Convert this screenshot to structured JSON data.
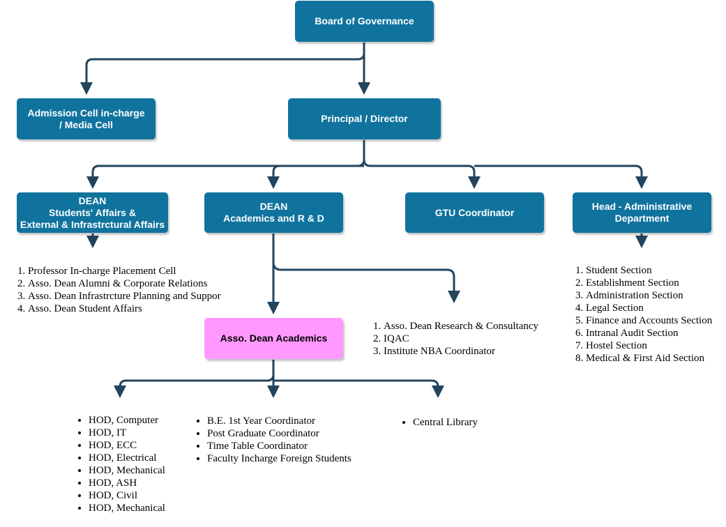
{
  "colors": {
    "node": "#10739e",
    "highlight": "#ff99ff",
    "connector": "#23445d"
  },
  "nodes": {
    "board": "Board of Governance",
    "admission": [
      "Admission Cell in-charge",
      "/ Media Cell"
    ],
    "principal": "Principal / Director",
    "dean_students": [
      "DEAN",
      "Students' Affairs &",
      "External & Infrastrctural Affairs"
    ],
    "dean_academics": [
      "DEAN",
      "Academics and R & D"
    ],
    "gtu": "GTU Coordinator",
    "head_admin": [
      "Head - Administrative",
      "Department"
    ],
    "asso_dean": "Asso. Dean Academics"
  },
  "lists": {
    "students_affairs": [
      "Professor In-charge Placement Cell",
      "Asso. Dean Alumni & Corporate Relations",
      "Asso. Dean Infrastrcture Planning and Suppor",
      "Asso. Dean Student Affairs"
    ],
    "research": [
      "Asso. Dean Research & Consultancy",
      "IQAC",
      "Institute NBA Coordinator"
    ],
    "admin_sections": [
      "Student Section",
      "Establishment Section",
      "Administration Section",
      "Legal Section",
      "Finance and Accounts Section",
      "Intranal Audit Section",
      "Hostel Section",
      "Medical & First Aid Section"
    ],
    "hods": [
      "HOD, Computer",
      "HOD, IT",
      "HOD, ECC",
      "HOD, Electrical",
      "HOD, Mechanical",
      "HOD, ASH",
      "HOD, Civil",
      "HOD, Mechanical"
    ],
    "coordinators": [
      "B.E. 1st Year Coordinator",
      "Post Graduate Coordinator",
      "Time Table Coordinator",
      "Faculty Incharge Foreign Students"
    ],
    "library": [
      "Central Library"
    ]
  }
}
